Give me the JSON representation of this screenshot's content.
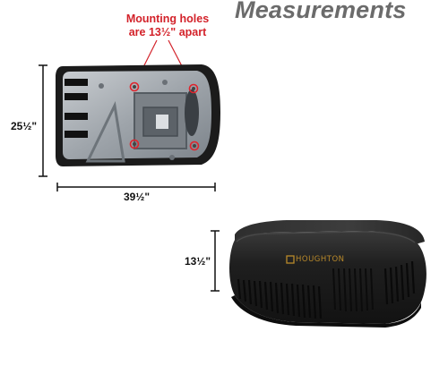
{
  "header": {
    "title": "Measurements"
  },
  "callout": {
    "line1": "Mounting holes",
    "line2": "are 13½\" apart"
  },
  "dimensions": {
    "depth": "25½\"",
    "width": "39½\"",
    "height": "13½\""
  },
  "brand": {
    "logo_text": "HOUGHTON"
  },
  "colors": {
    "callout_red": "#d3222a",
    "unit_body": "#1e1e1e",
    "title_gray": "#6b6b6b"
  }
}
